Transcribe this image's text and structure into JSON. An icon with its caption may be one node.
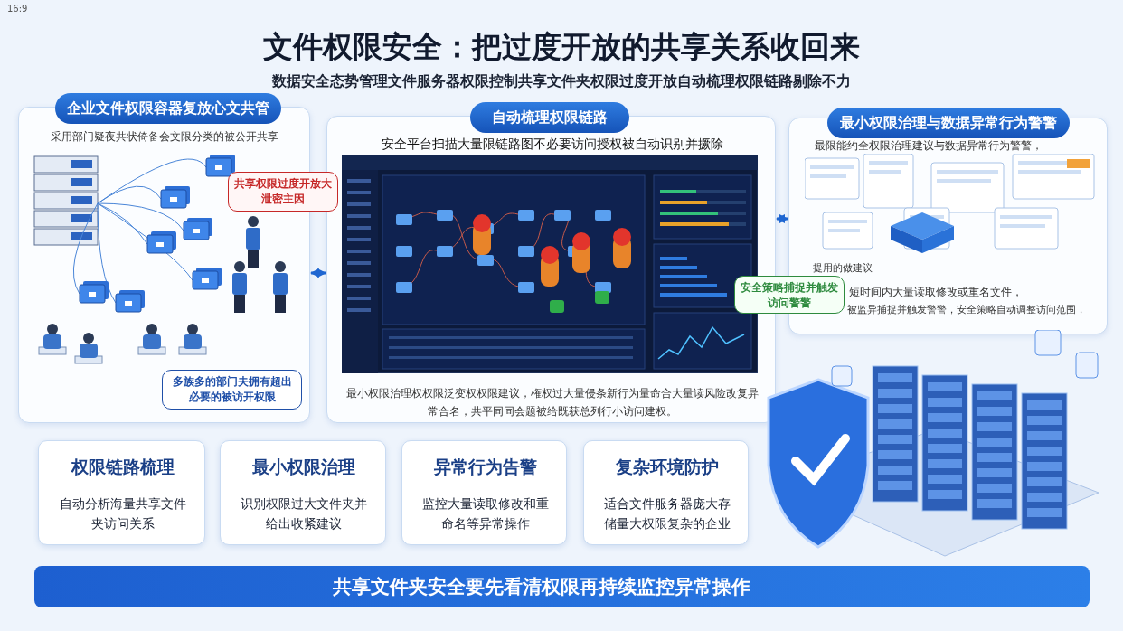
{
  "diagram": {
    "title": "文件权限安全：把过度开放的共享关系收回来",
    "nodes": [
      {
        "text": [
          "企业文件权限容器复放心文共管",
          "采用部门疑夜共状倚备会文限分类的被公开共享"
        ]
      },
      {
        "text": [
          "共享权限过度开放大泄密主因"
        ]
      },
      {
        "text": [
          "多族多的部门夫拥有超出必要的被访开权限"
        ],
        "in": 0
      },
      {
        "text": [
          "自动梳理权限链路",
          "安全平台扫描大量限链路图不必要访问授权被自动识别并撅除",
          "最小权限治理权权限泛变权权限建议，権权过大量侵条新行为量命合大量读风险改复异常合名，共平同同会题被给既获总列行小访问建权。"
        ]
      },
      {
        "text": [
          "安全策略捕捉并触发访问警警"
        ]
      },
      {
        "text": [
          "最小权限治理与数据异常行为警警",
          "最限能约全权限治理建议与数据异常行为警警，",
          "提用的做建议",
          "短时间内大量读取修改或重名文件，",
          "被监异捕捉并触发警警，安全策略自动调整访问范围，"
        ]
      },
      {
        "text": [
          "权限链路梳理",
          "自动分析海量共享文件夹访问关系"
        ]
      },
      {
        "text": [
          "最小权限治理",
          "识别权限过大文件夹并给出收紧建议"
        ]
      },
      {
        "text": [
          "异常行为告警",
          "监控大量读取修改和重命名等异常操作"
        ]
      },
      {
        "text": [
          "复杂环境防护",
          "适合文件服务器庞大存储量大权限复杂的企业"
        ]
      },
      {
        "text": [
          "共享文件夹安全要先看清权限再持续监控异常操作"
        ]
      }
    ],
    "edges": [
      {
        "from": 0,
        "to": 3,
        "arrow": "both"
      },
      {
        "from": 3,
        "to": 5,
        "arrow": "both"
      }
    ],
    "labels": [
      "16:9",
      "数据安全态势管理文件服务器权限控制共享文件夹权限过度开放自动梳理权限链路剔除不力"
    ]
  }
}
